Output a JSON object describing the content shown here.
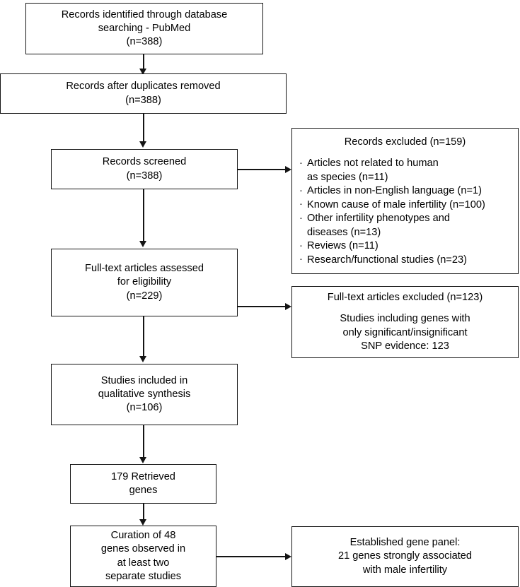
{
  "diagram": {
    "type": "prisma-flow-diagram",
    "nodes": {
      "identified": {
        "line1": "Records identified through database",
        "line2": "searching - PubMed",
        "line3": "(n=388)"
      },
      "duplicates_removed": {
        "line1": "Records after duplicates removed",
        "line2": "(n=388)"
      },
      "screened": {
        "line1": "Records screened",
        "line2": "(n=388)"
      },
      "records_excluded": {
        "heading": "Records excluded (n=159)",
        "bullet_marker": "·",
        "items": [
          {
            "line1": "Articles not related to human",
            "line2": "as species (n=11)"
          },
          {
            "line1": "Articles in non-English language (n=1)",
            "line2": ""
          },
          {
            "line1": "Known cause of male infertility (n=100)",
            "line2": ""
          },
          {
            "line1": "Other infertility phenotypes and",
            "line2": "diseases (n=13)"
          },
          {
            "line1": "Reviews (n=11)",
            "line2": ""
          },
          {
            "line1": "Research/functional studies (n=23)",
            "line2": ""
          }
        ]
      },
      "fulltext_assessed": {
        "line1": "Full-text articles assessed",
        "line2": "for eligibility",
        "line3": "(n=229)"
      },
      "fulltext_excluded": {
        "line1": "Full-text articles excluded (n=123)",
        "line2": "",
        "line3": "Studies including genes with",
        "line4": "only significant/insignificant",
        "line5": "SNP evidence: 123"
      },
      "qualitative_synthesis": {
        "line1": "Studies included in",
        "line2": "qualitative synthesis",
        "line3": "(n=106)"
      },
      "retrieved_genes": {
        "line1": "179 Retrieved",
        "line2": "genes"
      },
      "curation": {
        "line1": "Curation of 48",
        "line2": "genes observed in",
        "line3": "at least two",
        "line4": "separate studies"
      },
      "gene_panel": {
        "line1": "Established gene panel:",
        "line2": "21 genes strongly associated",
        "line3": "with male infertility"
      }
    },
    "colors": {
      "stroke": "#141414",
      "background": "#ffffff",
      "text": "#000000"
    }
  }
}
